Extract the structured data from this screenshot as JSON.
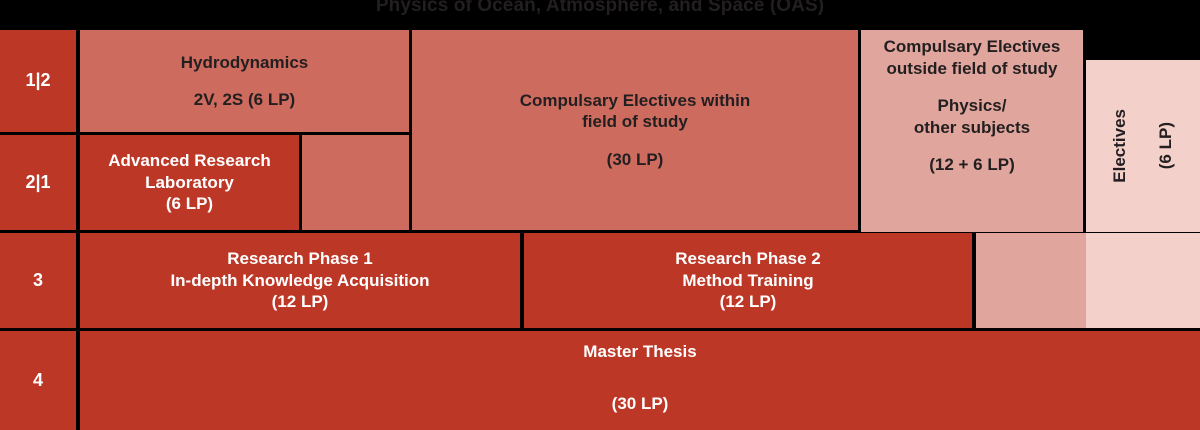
{
  "title": "Physics of Ocean, Atmosphere, and Space (OAS)",
  "colors": {
    "dark_red": "#bd3727",
    "mid_red": "#cc6b5e",
    "light_salmon": "#e0a59c",
    "pale_pink": "#f3d0ca",
    "background": "#000000",
    "text_dark": "#231f20",
    "text_light": "#ffffff"
  },
  "semesters": [
    {
      "label": "1|2"
    },
    {
      "label": "2|1"
    },
    {
      "label": "3"
    },
    {
      "label": "4"
    }
  ],
  "modules": {
    "hydrodynamics": {
      "line1": "Hydrodynamics",
      "line2": "2V, 2S (6 LP)"
    },
    "advanced_research_lab": {
      "line1": "Advanced Research",
      "line2": "Laboratory",
      "line3": "(6 LP)"
    },
    "compulsary_within": {
      "line1": "Compulsary Electives within",
      "line2": "field of study",
      "line3": "(30 LP)"
    },
    "compulsary_outside": {
      "line1": "Compulsary Electives",
      "line2": "outside field of study",
      "line3": "Physics/",
      "line4": "other subjects",
      "line5": "(12 + 6 LP)"
    },
    "electives": {
      "label": "Electives",
      "credits": "(6 LP)"
    },
    "research_phase_1": {
      "line1": "Research Phase 1",
      "line2": "In-depth Knowledge Acquisition",
      "line3": "(12 LP)"
    },
    "research_phase_2": {
      "line1": "Research Phase 2",
      "line2": "Method Training",
      "line3": "(12 LP)"
    },
    "master_thesis": {
      "line1": "Master Thesis",
      "line2": "(30 LP)"
    }
  }
}
